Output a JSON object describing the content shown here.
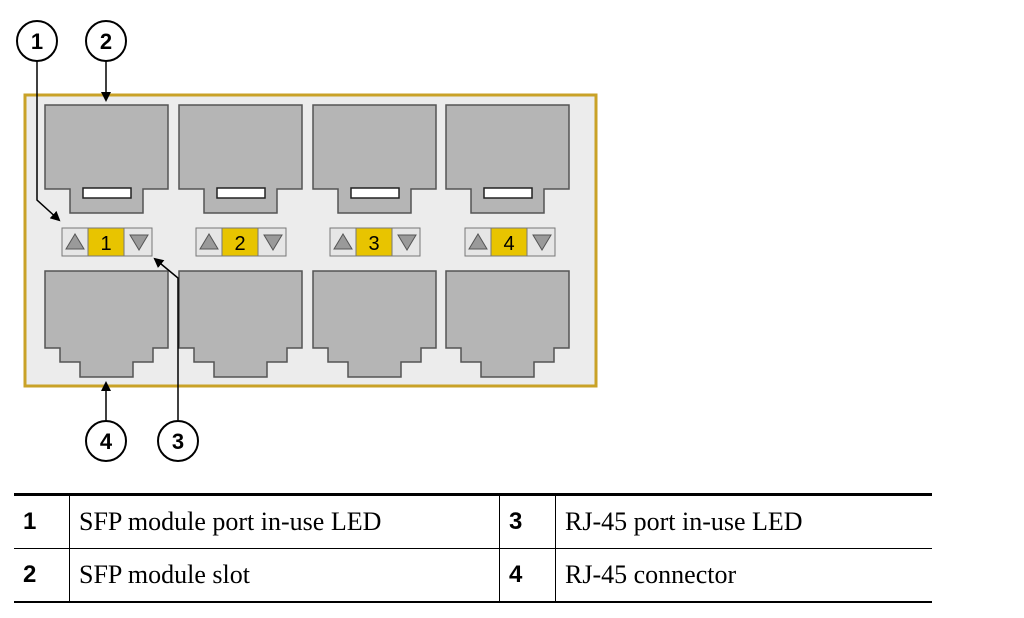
{
  "callouts": [
    {
      "number": "1",
      "description": "SFP module port in-use LED"
    },
    {
      "number": "2",
      "description": "SFP module slot"
    },
    {
      "number": "3",
      "description": "RJ-45 port in-use LED"
    },
    {
      "number": "4",
      "description": "RJ-45 connector"
    }
  ],
  "ports": [
    {
      "label": "1"
    },
    {
      "label": "2"
    },
    {
      "label": "3"
    },
    {
      "label": "4"
    }
  ],
  "colors": {
    "panel_border": "#c9a227",
    "panel_fill": "#ececec",
    "port_fill": "#b5b5b5",
    "port_stroke": "#555555",
    "led_label_fill": "#e8c400",
    "led_box_fill": "#e6e6e6"
  }
}
